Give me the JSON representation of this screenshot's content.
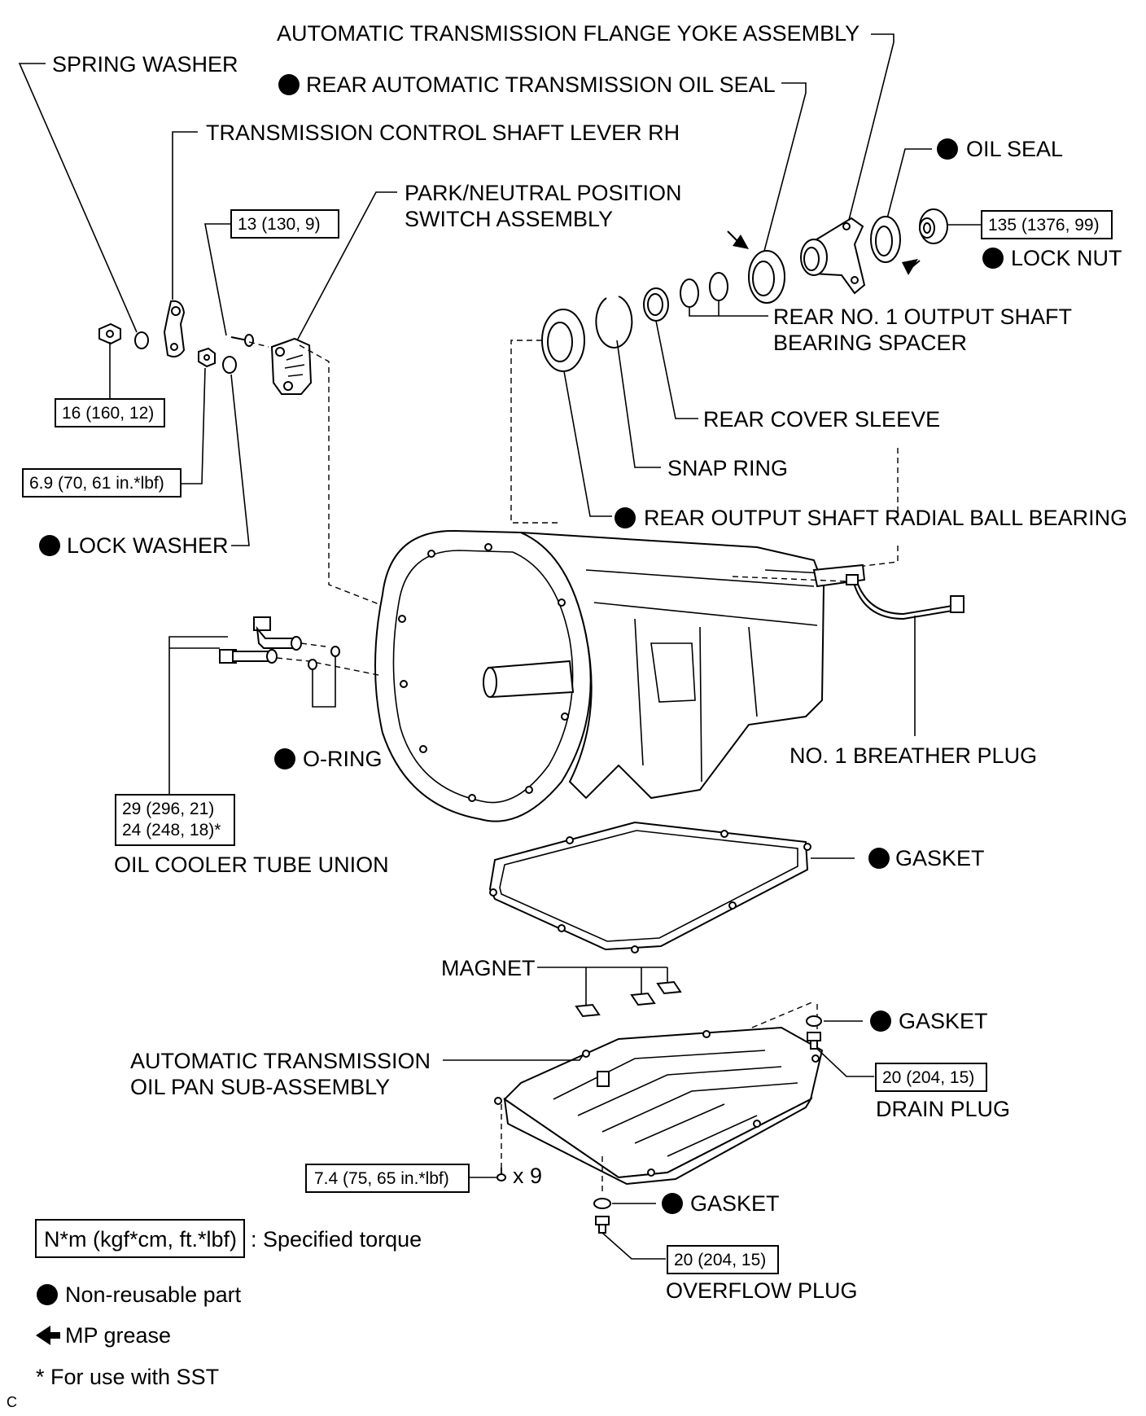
{
  "labels": {
    "flange_yoke": "AUTOMATIC TRANSMISSION FLANGE YOKE ASSEMBLY",
    "spring_washer": "SPRING WASHER",
    "rear_oil_seal": "REAR AUTOMATIC TRANSMISSION OIL SEAL",
    "control_lever": "TRANSMISSION CONTROL SHAFT LEVER RH",
    "oil_seal": "OIL SEAL",
    "park_switch_1": "PARK/NEUTRAL POSITION",
    "park_switch_2": "SWITCH ASSEMBLY",
    "lock_nut": "LOCK NUT",
    "spacer_1": "REAR NO. 1 OUTPUT SHAFT",
    "spacer_2": "BEARING  SPACER",
    "rear_cover_sleeve": "REAR COVER SLEEVE",
    "snap_ring": "SNAP RING",
    "radial_bearing": "REAR OUTPUT SHAFT RADIAL BALL BEARING",
    "lock_washer": "LOCK WASHER",
    "o_ring": "O-RING",
    "breather_plug": "NO. 1 BREATHER PLUG",
    "oil_cooler_union": "OIL COOLER TUBE UNION",
    "gasket": "GASKET",
    "magnet": "MAGNET",
    "oil_pan_1": "AUTOMATIC TRANSMISSION",
    "oil_pan_2": "OIL PAN SUB-ASSEMBLY",
    "drain_plug": "DRAIN PLUG",
    "overflow_plug": "OVERFLOW PLUG",
    "bolt_qty": "x 9",
    "corner_mark": "C"
  },
  "torques": {
    "switch_bolt": "13 (130, 9)",
    "lock_nut": "135 (1376, 99)",
    "lever_nut": "16 (160, 12)",
    "switch_nut": "6.9 (70, 61 in.*lbf)",
    "union_1": "29 (296, 21)",
    "union_2": "24 (248, 18)*",
    "drain_plug": "20 (204, 15)",
    "pan_bolt": "7.4 (75, 65 in.*lbf)",
    "overflow_plug": "20 (204, 15)"
  },
  "legend": {
    "torque_unit": "N*m (kgf*cm, ft.*lbf)",
    "torque_desc": ": Specified torque",
    "non_reusable": "Non-reusable part",
    "mp_grease": "MP grease",
    "sst_note": "* For use with SST"
  }
}
